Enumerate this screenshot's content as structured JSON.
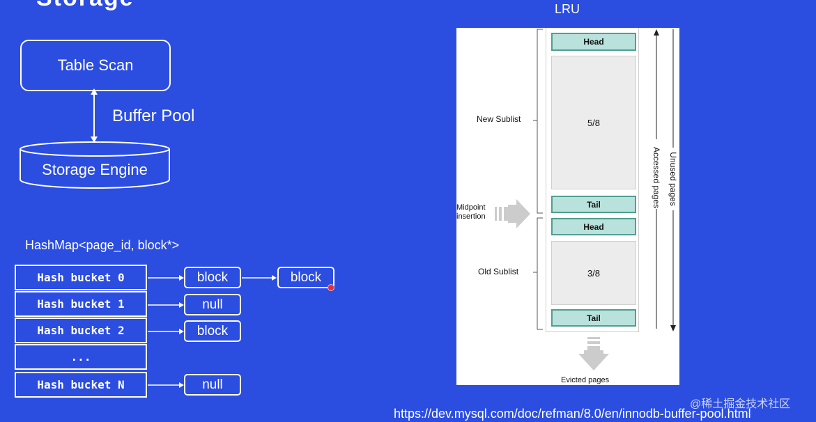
{
  "header": {
    "title_fragment": "Storage"
  },
  "architecture": {
    "table_scan": "Table Scan",
    "buffer_pool": "Buffer Pool",
    "storage_engine": "Storage Engine"
  },
  "hashmap": {
    "label": "HashMap<page_id, block*>",
    "buckets": [
      "Hash bucket 0",
      "Hash bucket 1",
      "Hash bucket 2",
      "...",
      "Hash bucket N"
    ],
    "chain": {
      "b0_first": "block",
      "b0_second": "block",
      "b1": "null",
      "b2": "block",
      "bN": "null"
    }
  },
  "lru": {
    "title": "LRU",
    "new_sublist": "New Sublist",
    "old_sublist": "Old Sublist",
    "midpoint_line1": "Midpoint",
    "midpoint_line2": "insertion",
    "new_head": "Head",
    "new_fraction": "5/8",
    "new_tail": "Tail",
    "old_head": "Head",
    "old_fraction": "3/8",
    "old_tail": "Tail",
    "accessed_pages": "Accessed pages",
    "unused_pages": "Unused pages",
    "evicted_pages": "Evicted pages"
  },
  "footer": {
    "url": "https://dev.mysql.com/doc/refman/8.0/en/innodb-buffer-pool.html",
    "watermark": "@稀土掘金技术社区"
  },
  "colors": {
    "background": "#2b4de0",
    "teal": "#b9e2dc",
    "teal_border": "#4f9e92",
    "panel": "#ffffff"
  }
}
